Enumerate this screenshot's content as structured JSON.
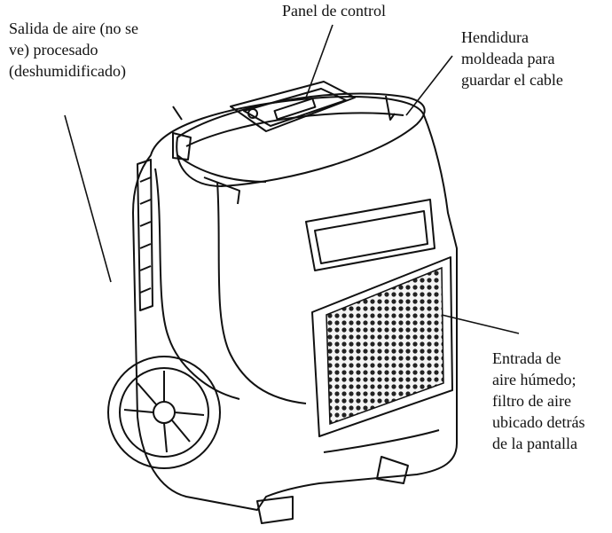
{
  "labels": {
    "air_outlet": [
      "Salida de aire (no se",
      "ve) procesado",
      "(deshumidificado)"
    ],
    "control_panel": [
      "Panel de control"
    ],
    "cable_slot": [
      "Hendidura",
      "moldeada para",
      "guardar el cable"
    ],
    "air_inlet": [
      "Entrada de",
      "aire húmedo;",
      "filtro de aire",
      "ubicado detrás",
      "de la pantalla"
    ]
  }
}
